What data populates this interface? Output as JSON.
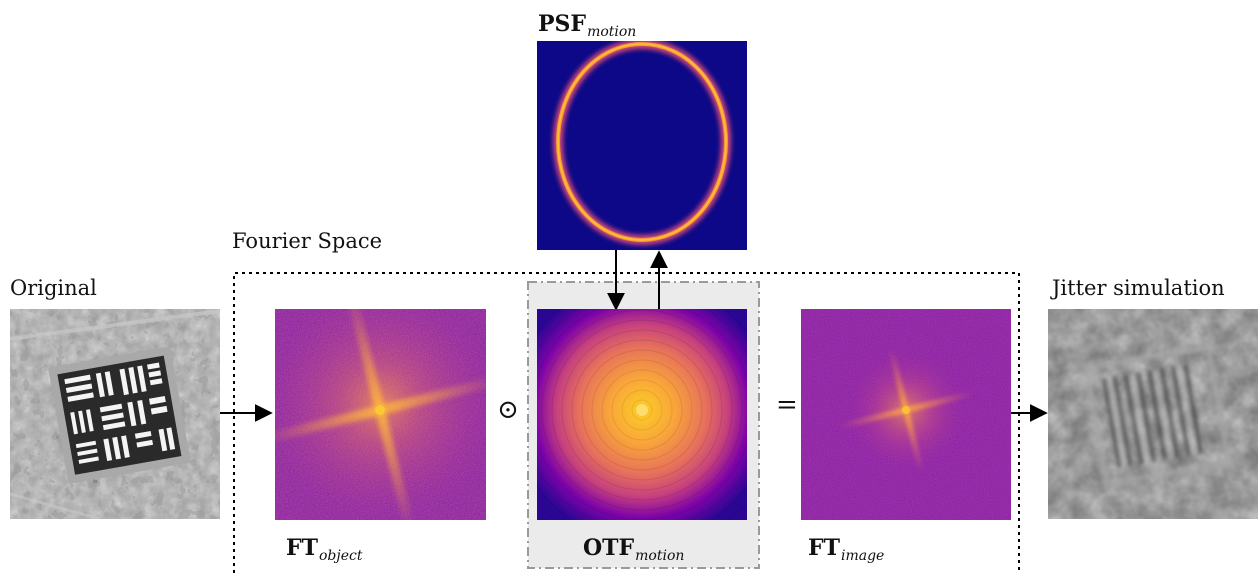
{
  "labels": {
    "original": "Original",
    "fourier_space": "Fourier Space",
    "jitter": "Jitter simulation"
  },
  "captions": {
    "psf": {
      "main": "PSF",
      "sub": "motion"
    },
    "ft_object": {
      "main": "FT",
      "sub": "object"
    },
    "otf": {
      "main": "OTF",
      "sub": "motion"
    },
    "ft_image": {
      "main": "FT",
      "sub": "image"
    }
  },
  "operators": {
    "hadamard": "⊙",
    "equals": "="
  },
  "colors": {
    "psf_background": "#0d0887",
    "psf_ring": "#fcce25",
    "spectrum_background": "#8a1fa3",
    "otf_box": "#ebebeb",
    "arrow": "#000000"
  }
}
